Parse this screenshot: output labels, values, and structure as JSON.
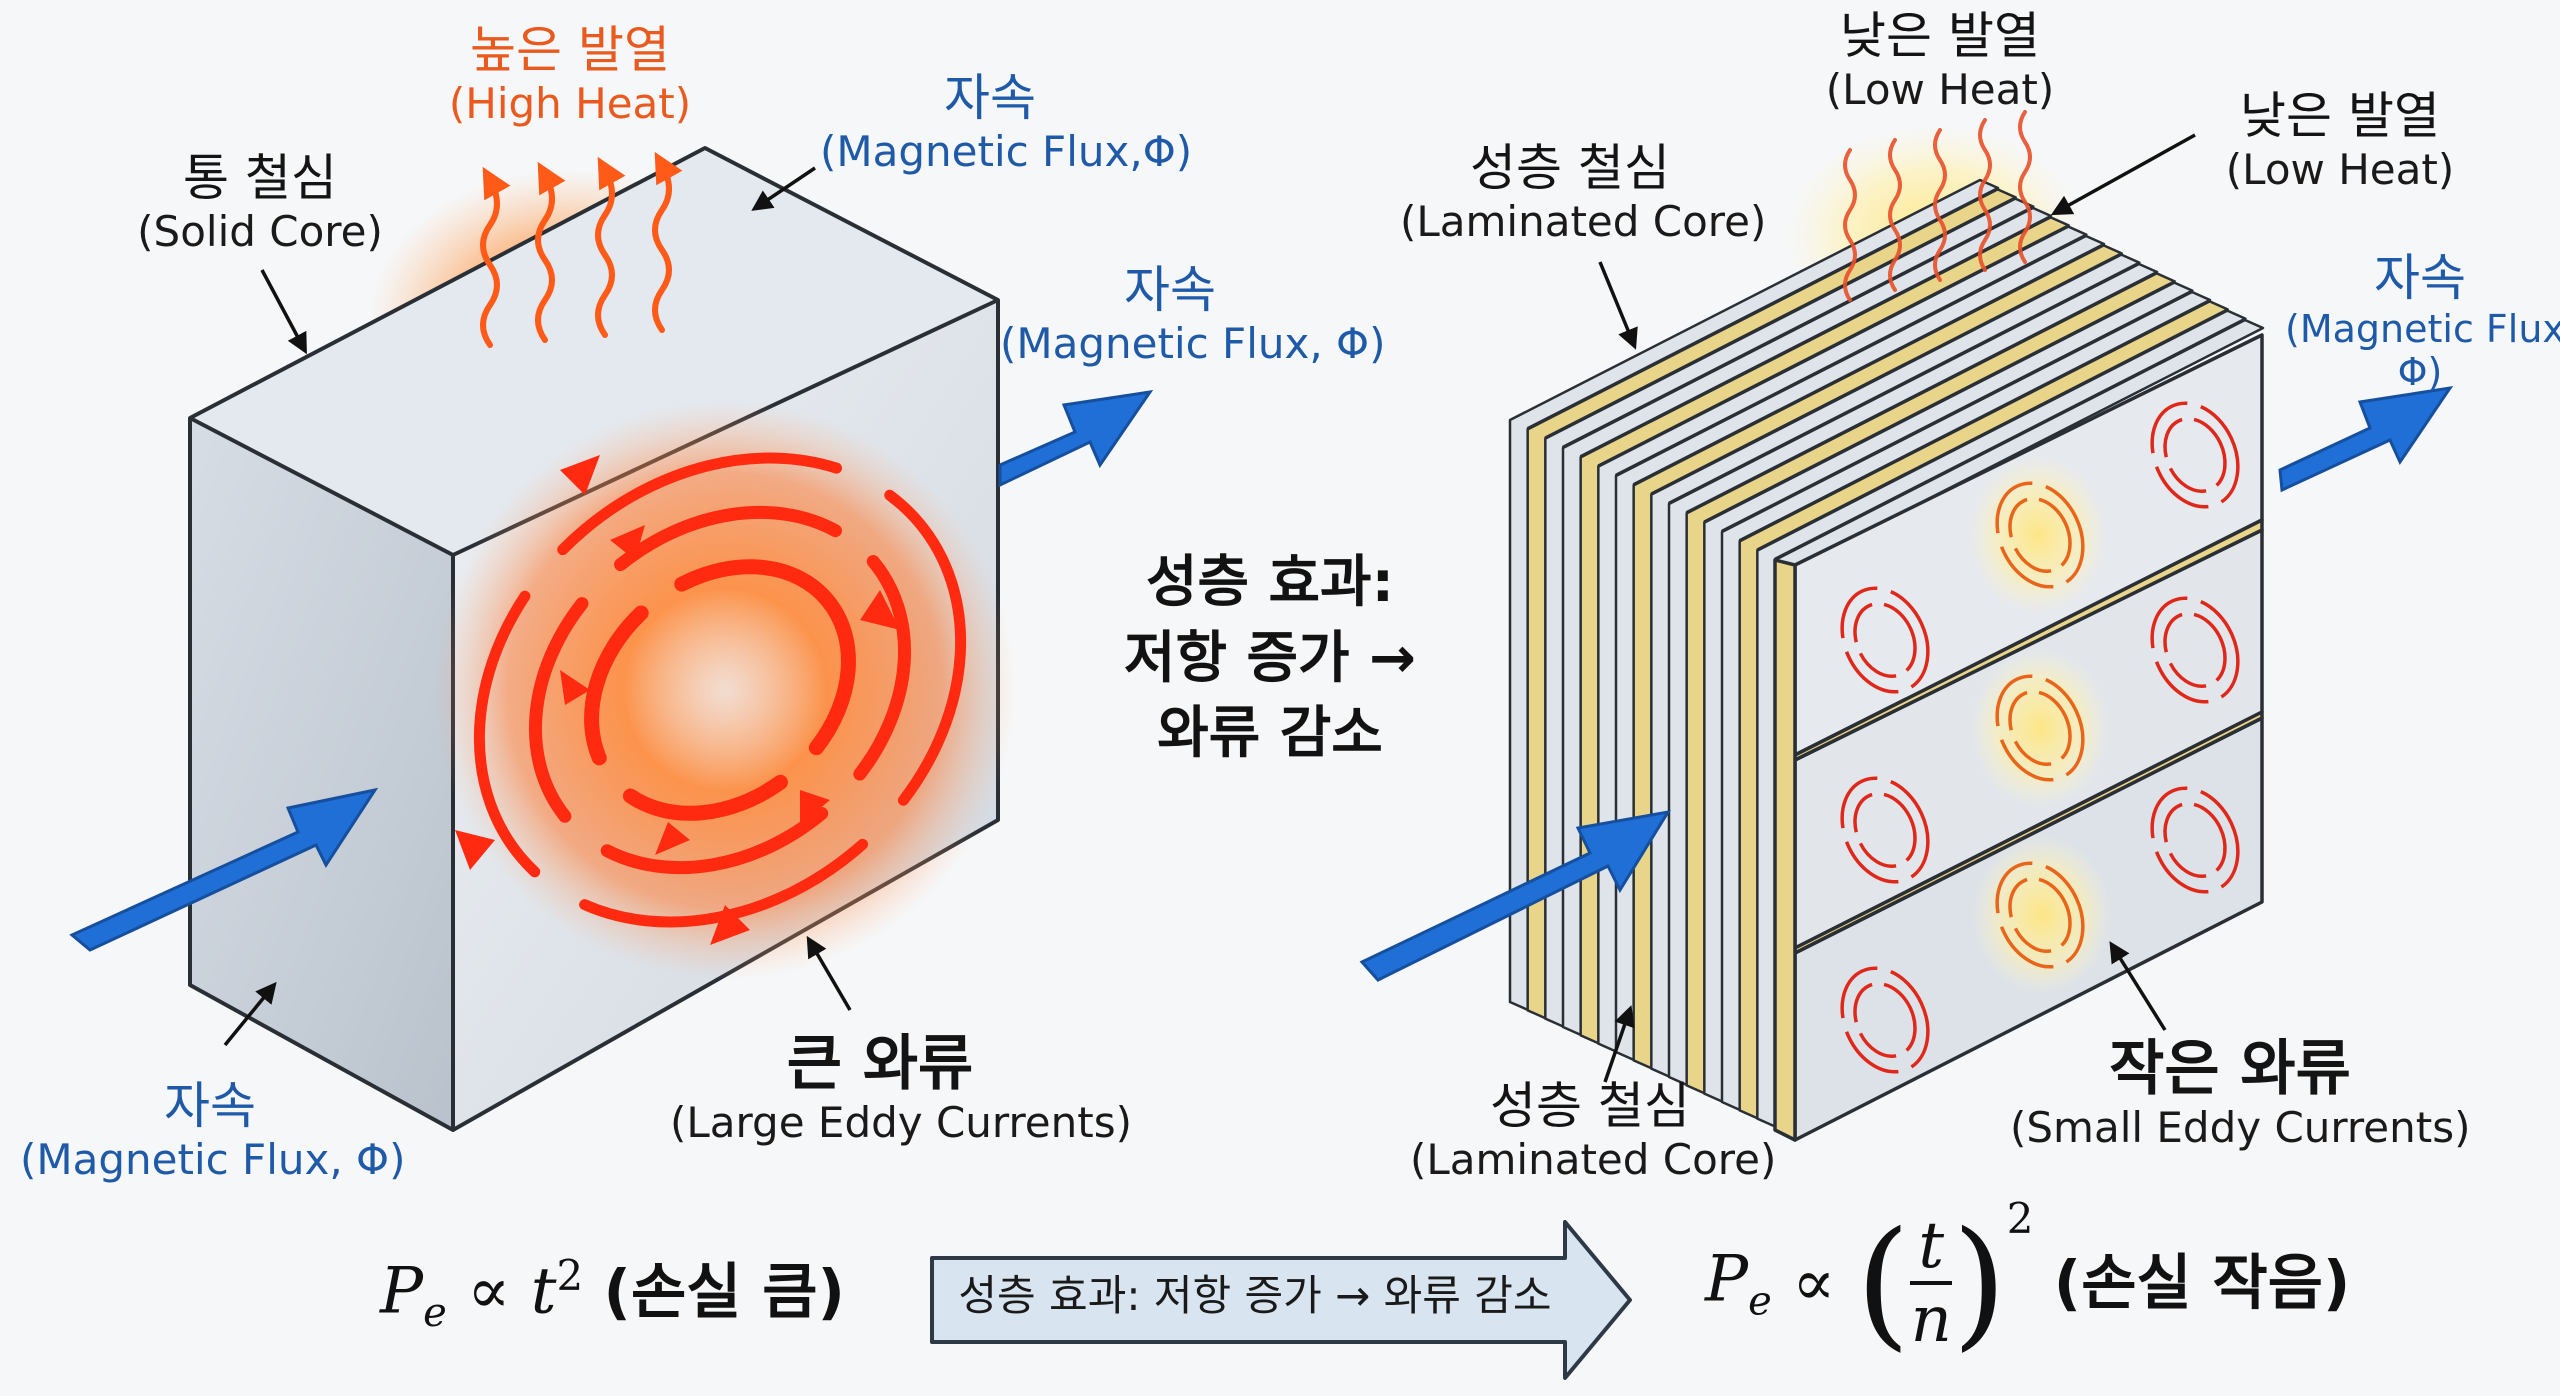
{
  "solid": {
    "heat_ko": "높은 발열",
    "heat_en": "(High Heat)",
    "core_ko": "통 철심",
    "core_en": "(Solid Core)",
    "flux_top_ko": "자속",
    "flux_top_en": "(Magnetic Flux,Φ)",
    "flux_right_ko": "자속",
    "flux_right_en": "(Magnetic Flux, Φ)",
    "flux_bottom_ko": "자속",
    "flux_bottom_en": "(Magnetic Flux, Φ)",
    "eddy_ko": "큰 와류",
    "eddy_en": "(Large Eddy Currents)"
  },
  "middle": {
    "line1": "성층 효과:",
    "line2": "저항 증가 →",
    "line3": "와류 감소"
  },
  "laminated": {
    "heat1_ko": "낮은 발열",
    "heat1_en": "(Low Heat)",
    "heat2_ko": "낮은 발열",
    "heat2_en": "(Low Heat)",
    "core_top_ko": "성층 철심",
    "core_top_en": "(Laminated Core)",
    "flux_ko": "자속",
    "flux_en1": "(Magnetic Flux,",
    "flux_en2": "Φ)",
    "core_bottom_ko": "성층 철심",
    "core_bottom_en": "(Laminated Core)",
    "eddy_ko": "작은 와류",
    "eddy_en": "(Small Eddy Currents)"
  },
  "formula": {
    "left_P": "P",
    "left_sub": "e",
    "prop": "∝",
    "left_t": "t",
    "left_exp": "2",
    "left_note": "(손실 큼)",
    "arrow_label": "성층 효과: 저항 증가 → 와류 감소",
    "right_P": "P",
    "right_sub": "e",
    "right_prop": "∝",
    "frac_num": "t",
    "frac_den": "n",
    "right_exp": "2",
    "right_note": "(손실 작음)"
  },
  "colors": {
    "flux_arrow": "#1f6fd6",
    "eddy_red": "#ff2a10",
    "heat_orange": "#ff7a20",
    "core_face": "#dde3ea",
    "lamination_edge": "#e9d58a"
  }
}
